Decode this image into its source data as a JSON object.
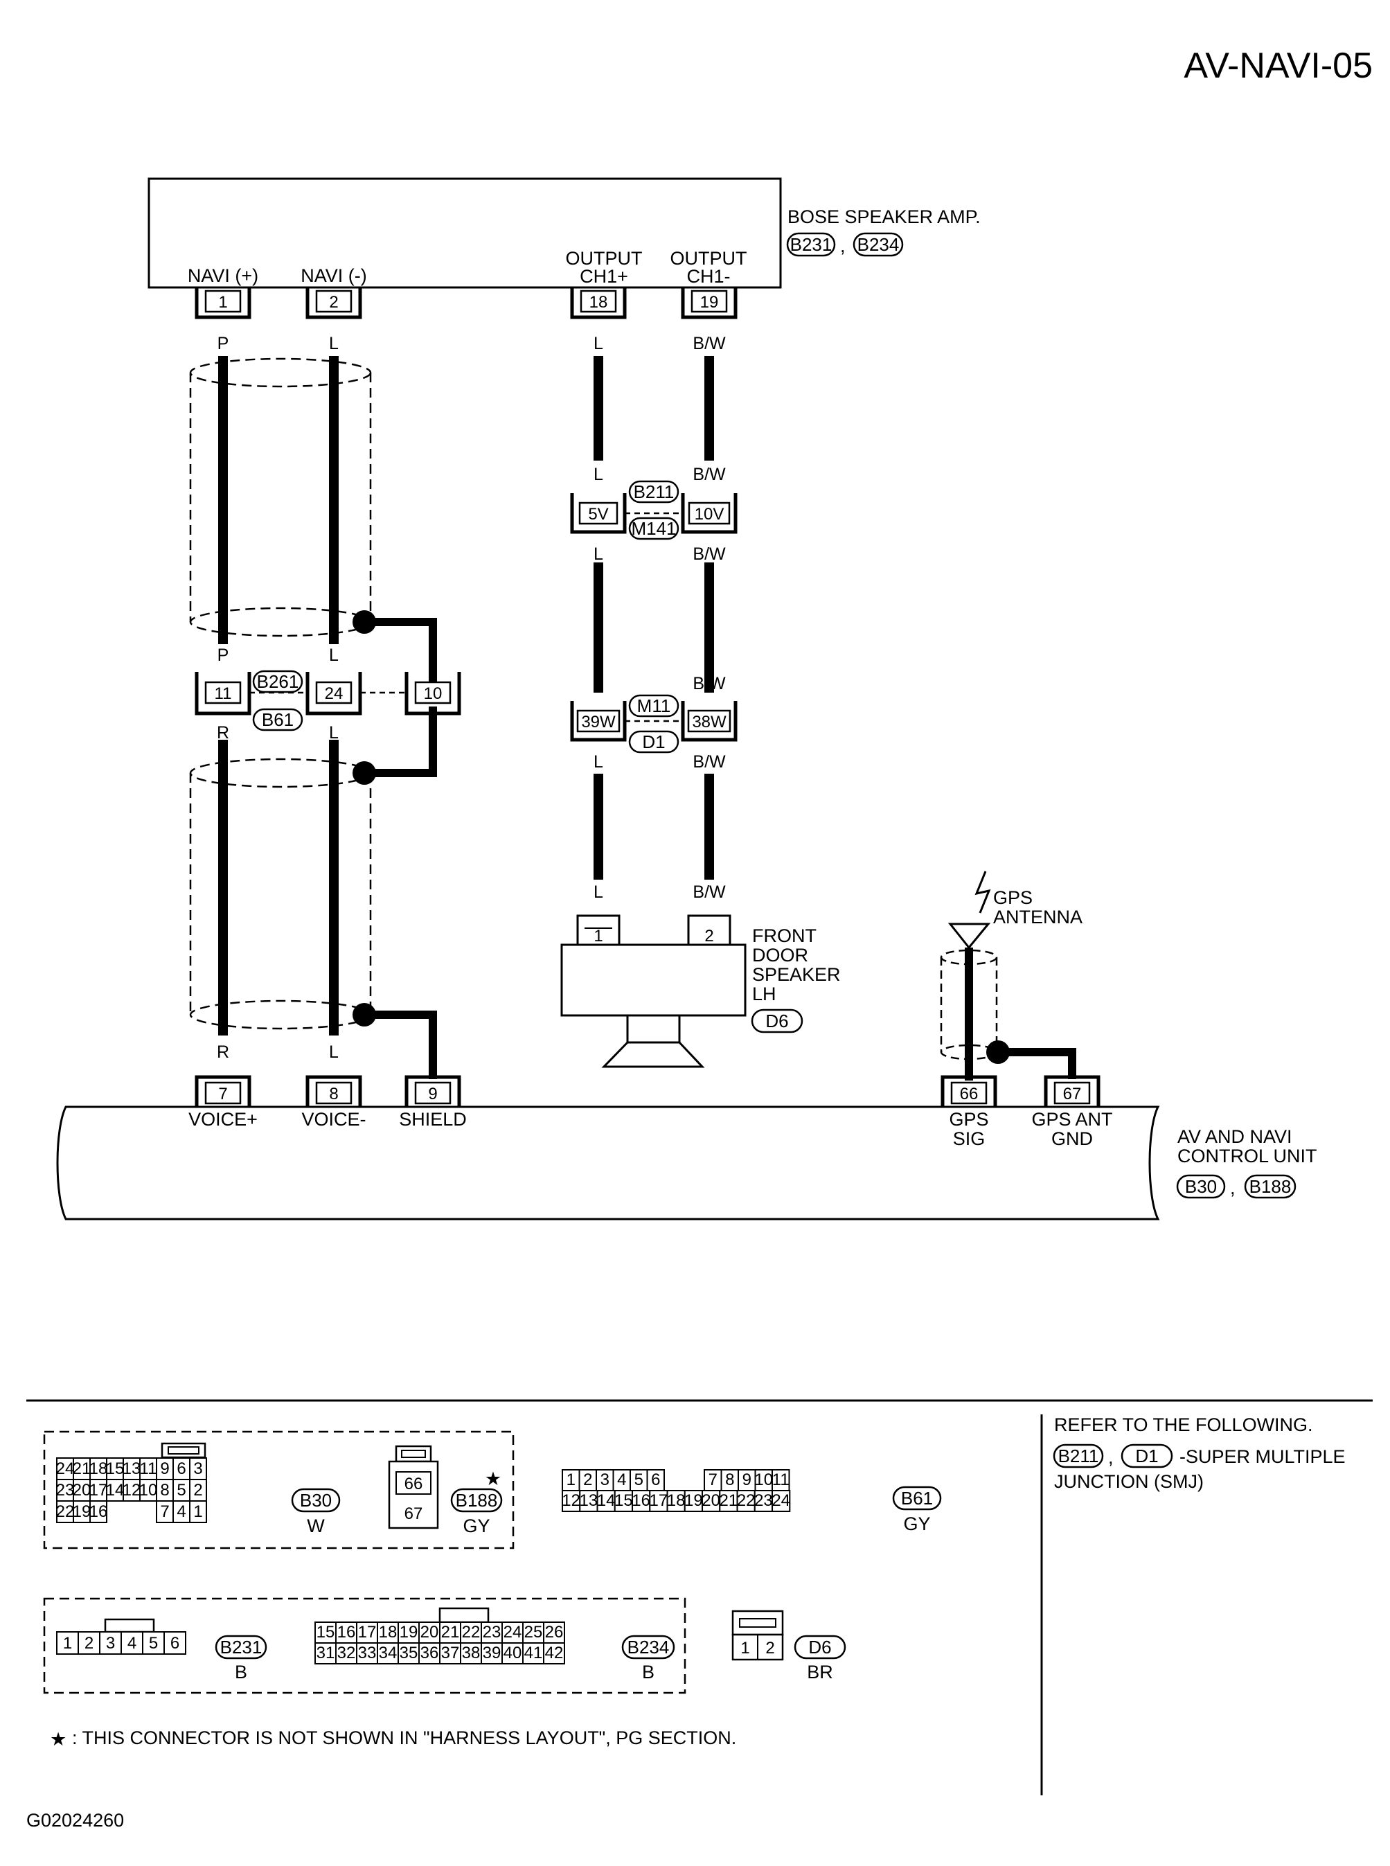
{
  "page": {
    "code": "AV-NAVI-05",
    "figure_id": "G02024260"
  },
  "bose_amp": {
    "title": "BOSE SPEAKER AMP.",
    "connectors": [
      "B231",
      "B234"
    ],
    "sep": ",",
    "pins": [
      {
        "pin": "1",
        "label": "NAVI (+)",
        "color": "P"
      },
      {
        "pin": "2",
        "label": "NAVI (-)",
        "color": "L"
      },
      {
        "pin": "18",
        "label1": "OUTPUT",
        "label2": "CH1+",
        "color": "L"
      },
      {
        "pin": "19",
        "label1": "OUTPUT",
        "label2": "CH1-",
        "color": "B/W"
      }
    ]
  },
  "right_harness": {
    "joint1": {
      "pins": [
        "5V",
        "10V"
      ],
      "connectors": [
        "B211",
        "M141"
      ],
      "colors_above": [
        "L",
        "B/W"
      ],
      "colors_below": [
        "L",
        "B/W"
      ]
    },
    "joint2": {
      "pins": [
        "39W",
        "38W"
      ],
      "connectors": [
        "M11",
        "D1"
      ],
      "colors_above": [
        "L",
        "B/W"
      ],
      "colors_below": [
        "L",
        "B/W"
      ]
    },
    "colors_bottom": [
      "L",
      "B/W"
    ]
  },
  "left_harness": {
    "joint": {
      "pins": [
        "11",
        "24",
        "10"
      ],
      "connectors": [
        "B261",
        "B61"
      ],
      "colors_above": [
        "P",
        "L"
      ],
      "colors_below": [
        "R",
        "L"
      ]
    },
    "colors_bottom": [
      "R",
      "L"
    ]
  },
  "speaker": {
    "label_lines": [
      "FRONT",
      "DOOR",
      "SPEAKER",
      "LH"
    ],
    "connector": "D6",
    "pins": [
      "1",
      "2"
    ]
  },
  "gps_antenna": {
    "label_lines": [
      "GPS",
      "ANTENNA"
    ]
  },
  "control_unit": {
    "label_lines": [
      "AV AND NAVI",
      "CONTROL UNIT"
    ],
    "connectors": [
      "B30",
      "B188"
    ],
    "sep": ",",
    "pins": [
      {
        "pin": "7",
        "label": "VOICE+"
      },
      {
        "pin": "8",
        "label": "VOICE-"
      },
      {
        "pin": "9",
        "label": "SHIELD"
      },
      {
        "pin": "66",
        "label1": "GPS",
        "label2": "SIG"
      },
      {
        "pin": "67",
        "label1": "GPS ANT",
        "label2": "GND"
      }
    ]
  },
  "connector_views": {
    "b30": {
      "rows": [
        [
          "24",
          "21",
          "18",
          "15",
          "13",
          "11",
          "9",
          "6",
          "3"
        ],
        [
          "23",
          "20",
          "17",
          "14",
          "12",
          "10",
          "8",
          "5",
          "2"
        ],
        [
          "22",
          "19",
          "16",
          "",
          "",
          "",
          "7",
          "4",
          "1"
        ]
      ],
      "id": "B30",
      "color": "W"
    },
    "b188": {
      "pins": [
        "66",
        "67"
      ],
      "id": "B188",
      "color": "GY",
      "star": "★"
    },
    "b61": {
      "rows": [
        [
          "1",
          "2",
          "3",
          "4",
          "5",
          "6",
          "7",
          "8",
          "9",
          "10",
          "11"
        ],
        [
          "12",
          "13",
          "14",
          "15",
          "16",
          "17",
          "18",
          "19",
          "20",
          "21",
          "22",
          "23",
          "24"
        ]
      ],
      "id": "B61",
      "color": "GY"
    },
    "b231": {
      "pins": [
        "1",
        "2",
        "3",
        "4",
        "5",
        "6"
      ],
      "id": "B231",
      "color": "B"
    },
    "b234": {
      "rows": [
        [
          "15",
          "16",
          "17",
          "18",
          "19",
          "20",
          "21",
          "22",
          "23",
          "24",
          "25",
          "26"
        ],
        [
          "31",
          "32",
          "33",
          "34",
          "35",
          "36",
          "37",
          "38",
          "39",
          "40",
          "41",
          "42"
        ]
      ],
      "id": "B234",
      "color": "B"
    },
    "d6": {
      "pins": [
        "1",
        "2"
      ],
      "id": "D6",
      "color": "BR"
    }
  },
  "refer": {
    "title": "REFER TO THE FOLLOWING.",
    "connectors": [
      "B211",
      "D1"
    ],
    "sep": ",",
    "suffix": "-SUPER MULTIPLE",
    "line2": "JUNCTION (SMJ)"
  },
  "footnote": {
    "star": "★",
    "text": ": THIS CONNECTOR IS NOT SHOWN IN \"HARNESS LAYOUT\", PG SECTION."
  }
}
